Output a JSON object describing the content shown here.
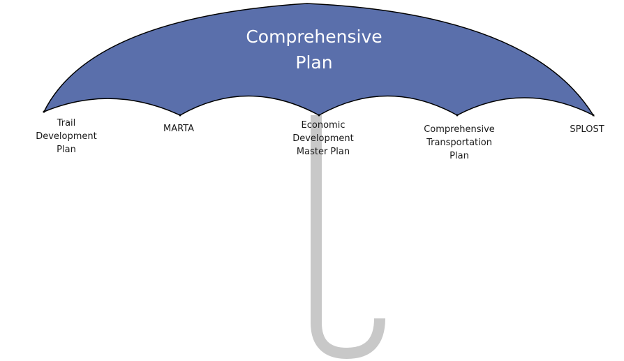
{
  "colors": {
    "canopy_fill": "#5a6fab",
    "canopy_stroke": "#000000",
    "handle": "#c8c8c8",
    "title_text": "#ffffff",
    "label_text": "#1a1a1a"
  },
  "canopy": {
    "title_line1": "Comprehensive",
    "title_line2": "Plan"
  },
  "plans": [
    {
      "id": "trail",
      "lines": [
        "Trail",
        "Development",
        "Plan"
      ]
    },
    {
      "id": "marta",
      "lines": [
        "MARTA"
      ]
    },
    {
      "id": "econ",
      "lines": [
        "Economic",
        "Development",
        "Master Plan"
      ]
    },
    {
      "id": "ctp",
      "lines": [
        "Comprehensive",
        "Transportation",
        "Plan"
      ]
    },
    {
      "id": "splost",
      "lines": [
        "SPLOST"
      ]
    }
  ]
}
